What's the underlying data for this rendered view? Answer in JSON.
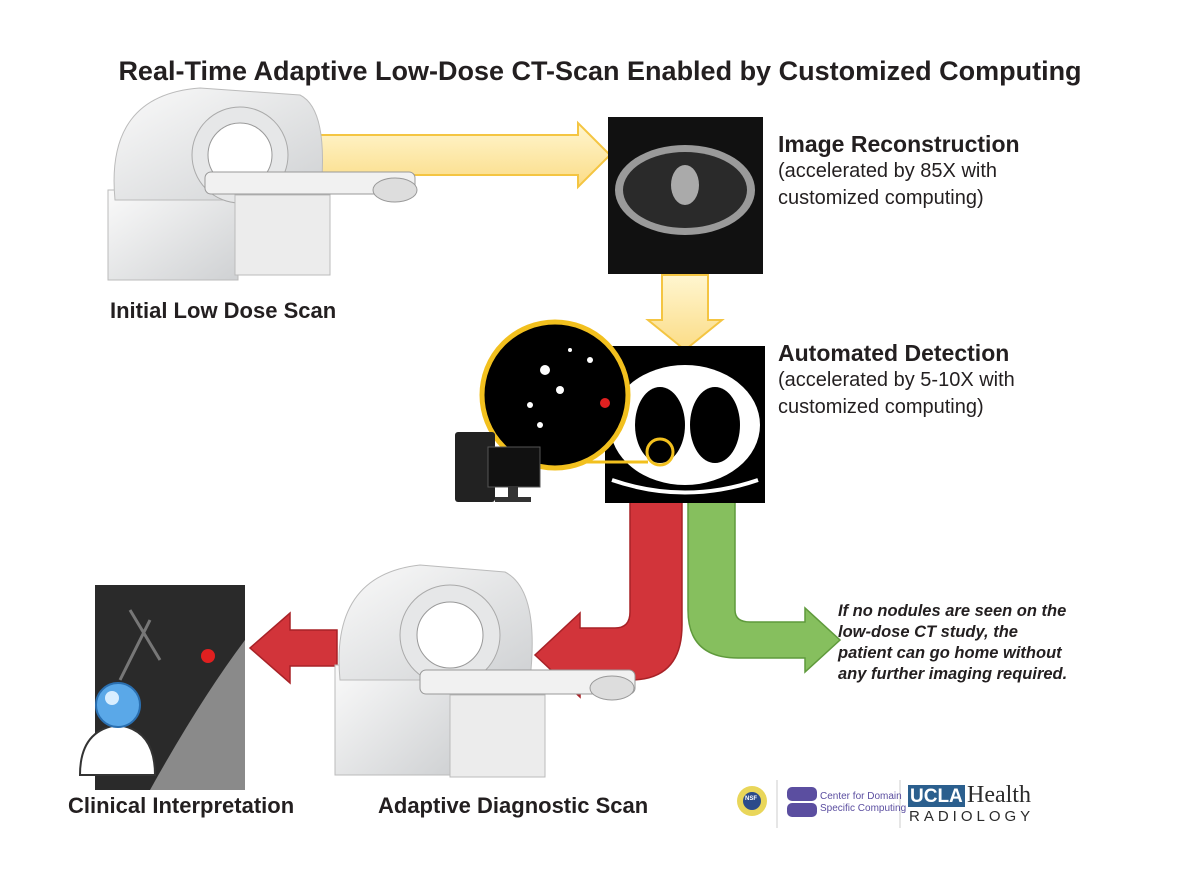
{
  "title": "Real-Time Adaptive Low-Dose CT-Scan Enabled by Customized Computing",
  "steps": {
    "initial_scan": "Initial Low Dose Scan",
    "reconstruction": {
      "heading": "Image Reconstruction",
      "line1": "(accelerated by 85X with",
      "line2": "customized computing)"
    },
    "detection": {
      "heading": "Automated Detection",
      "line1": "(accelerated by 5-10X with",
      "line2": "customized computing)"
    },
    "no_nodules_note": [
      "If no nodules are seen on the",
      "low-dose CT study, the",
      "patient can go home without",
      "any further imaging required."
    ],
    "clinical": "Clinical Interpretation",
    "adaptive_scan": "Adaptive Diagnostic Scan"
  },
  "logos": {
    "nsf": "NSF",
    "cdsc": [
      "Center for Domain",
      "Specific Computing"
    ],
    "ucla": {
      "box": "UCLA",
      "health": "Health",
      "dept": "RADIOLOGY"
    }
  },
  "colors": {
    "yellow_arrow": "#fde9a6",
    "red_arrow": "#d2343a",
    "green_arrow": "#86bf5e",
    "highlight": "#f2c01e",
    "ucla_blue": "#2b5f8e",
    "cdsc_purple": "#5b4ea0"
  }
}
